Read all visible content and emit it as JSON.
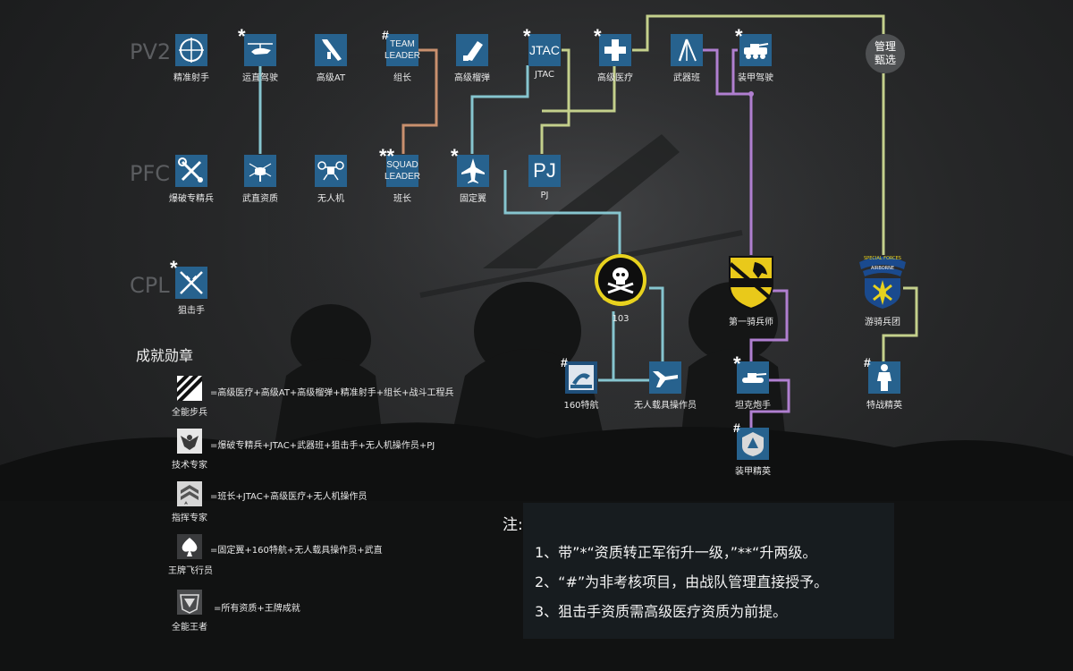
{
  "ranks": {
    "pv2": "PV2",
    "pfc": "PFC",
    "cpl": "CPL"
  },
  "nodes": {
    "sharpshooter": {
      "label": "精准射手",
      "icon": "crosshair-icon"
    },
    "transport_pilot": {
      "label": "运直驾驶",
      "icon": "transport-helicopter-icon",
      "mark": "*"
    },
    "advanced_at": {
      "label": "高级AT",
      "icon": "rocket-launcher-icon"
    },
    "team_leader": {
      "label": "组长",
      "tile_line1": "TEAM",
      "tile_line2": "LEADER",
      "mark": "#"
    },
    "advanced_grenade": {
      "label": "高级榴弹",
      "icon": "grenade-launcher-icon"
    },
    "jtac": {
      "label": "JTAC",
      "tile_text": "JTAC",
      "mark": "*"
    },
    "advanced_medic": {
      "label": "高级医疗",
      "icon": "medical-cross-icon",
      "mark": "*"
    },
    "weapons_squad": {
      "label": "武器班",
      "icon": "mortar-icon"
    },
    "armor_driver": {
      "label": "装甲驾驶",
      "icon": "armored-vehicle-icon",
      "mark": "*"
    },
    "demolition": {
      "label": "爆破专精兵",
      "icon": "tools-icon"
    },
    "gunship": {
      "label": "武直资质",
      "icon": "attack-helicopter-icon"
    },
    "drone": {
      "label": "无人机",
      "icon": "drone-icon"
    },
    "squad_leader": {
      "label": "班长",
      "tile_line1": "SQUAD",
      "tile_line2": "LEADER",
      "mark": "**"
    },
    "fixed_wing": {
      "label": "固定翼",
      "icon": "fighter-jet-icon",
      "mark": "*"
    },
    "pj": {
      "label": "PJ",
      "tile_text": "PJ"
    },
    "sniper": {
      "label": "狙击手",
      "icon": "crossed-rifles-icon",
      "mark": "*"
    },
    "unit_103": {
      "label": "103",
      "icon": "skull-crossbones-icon"
    },
    "cav": {
      "label": "第一骑兵师",
      "icon": "cavalry-shield-icon"
    },
    "sf": {
      "label": "游骑兵团",
      "icon": "special-forces-icon",
      "tab1": "SPECIAL FORCES",
      "tab2": "AIRBORNE"
    },
    "soar160": {
      "label": "160特航",
      "icon": "night-stalkers-icon",
      "mark": "#"
    },
    "uav_operator": {
      "label": "无人载具操作员",
      "icon": "uav-icon"
    },
    "tank_gunner": {
      "label": "坦克炮手",
      "icon": "tank-icon",
      "mark": "*"
    },
    "sf_elite": {
      "label": "特战精英",
      "icon": "soldier-silhouette-icon",
      "mark": "#"
    },
    "armor_elite": {
      "label": "装甲精英",
      "icon": "armor-badge-icon",
      "mark": "#"
    }
  },
  "management": {
    "line1": "管理",
    "line2": "甄选"
  },
  "link_colors": {
    "teal": "#86c5cf",
    "tan": "#c9906e",
    "olive": "#c4d08c",
    "purple": "#b07fd0"
  },
  "tile_color": "#27628e",
  "medals": {
    "title": "成就勋章",
    "items": [
      {
        "name": "全能步兵",
        "formula": "=高级医疗+高级AT+高级榴弹+精准射手+组长+战斗工程兵",
        "icon": "stripes-icon"
      },
      {
        "name": "技术专家",
        "formula": "=爆破专精兵+JTAC+武器班+狙击手+无人机操作员+PJ",
        "icon": "eagle-icon"
      },
      {
        "name": "指挥专家",
        "formula": "=班长+JTAC+高级医疗+无人机操作员",
        "icon": "chevrons-icon"
      },
      {
        "name": "王牌飞行员",
        "formula": "=固定翼+160特航+无人载具操作员+武直",
        "icon": "spade-icon"
      },
      {
        "name": "全能王者",
        "formula": "=所有资质+王牌成就",
        "icon": "crest-icon"
      }
    ]
  },
  "notes": {
    "title": "注:",
    "items": [
      "1、带”*“资质转正军衔升一级，”**“升两级。",
      "2、“#”为非考核项目，由战队管理直接授予。",
      "3、狙击手资质需高级医疗资质为前提。"
    ]
  }
}
